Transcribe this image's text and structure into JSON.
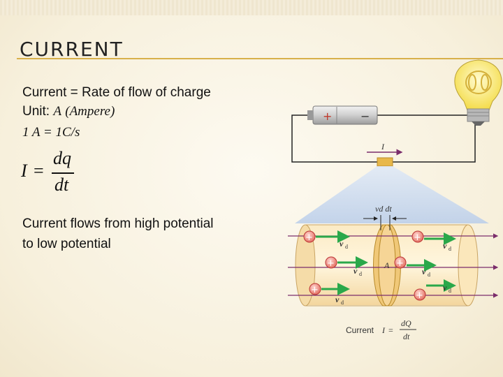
{
  "slide": {
    "title": "CURRENT",
    "line1": "Current = Rate of flow of charge",
    "line2_prefix": "Unit: ",
    "line2_unit": "A",
    "line2_paren": "(Ampere)",
    "line3": "1 A = 1C/s",
    "formula": {
      "lhs": "I",
      "eq": "=",
      "num": "dq",
      "den": "dt"
    },
    "line4": "Current flows from high potential",
    "line5": "to low potential"
  },
  "diagram": {
    "plus": "+",
    "minus": "−",
    "current_label": "I",
    "drift_label": "vd dt",
    "v": "v",
    "d": "d",
    "area_label": "A",
    "caption_prefix": "Current",
    "caption_I": "I",
    "caption_eq": "=",
    "caption_num": "dQ",
    "caption_den": "dt"
  },
  "colors": {
    "accent": "#d8b04a",
    "arrow": "#2aa84a",
    "charge": "#d9534f",
    "wire": "#7b2d6b"
  }
}
